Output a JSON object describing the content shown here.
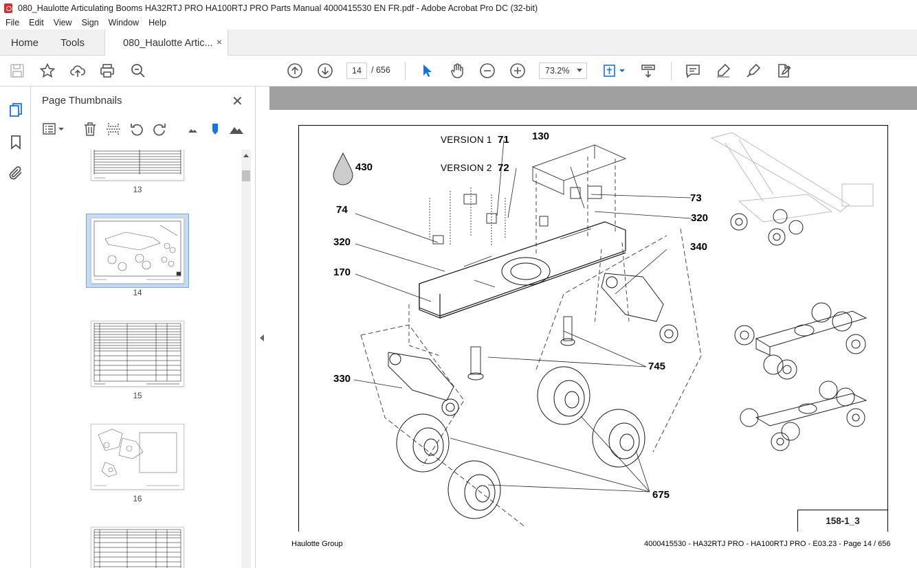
{
  "window": {
    "title": "080_Haulotte Articulating Booms HA32RTJ PRO HA100RTJ PRO Parts Manual 4000415530 EN FR.pdf - Adobe Acrobat Pro DC (32-bit)"
  },
  "menu": [
    "File",
    "Edit",
    "View",
    "Sign",
    "Window",
    "Help"
  ],
  "tabs": {
    "home": "Home",
    "tools": "Tools",
    "document": "080_Haulotte Artic...",
    "close": "×"
  },
  "toolbar": {
    "page_current": "14",
    "page_total": "/ 656",
    "zoom": "73.2%"
  },
  "thumbnails": {
    "title": "Page Thumbnails",
    "close": "✕",
    "pages": [
      "13",
      "14",
      "15",
      "16"
    ],
    "selected": "14"
  },
  "document": {
    "callouts": {
      "c430": "430",
      "c71": "71",
      "c72": "72",
      "c130": "130",
      "c73": "73",
      "c320a": "320",
      "c320b": "320",
      "c74": "74",
      "c170": "170",
      "c340": "340",
      "c745": "745",
      "c330": "330",
      "c675": "675"
    },
    "version1": "VERSION 1",
    "version2": "VERSION 2",
    "ref": "158-1_3",
    "footer_left": "Haulotte Group",
    "footer_right": "4000415530 - HA32RTJ PRO - HA100RTJ PRO - E03.23 - Page 14 / 656"
  },
  "colors": {
    "accent_blue": "#1473e6",
    "gray_bar": "#a0a0a0",
    "selected_thumb": "#c5dcf4"
  }
}
